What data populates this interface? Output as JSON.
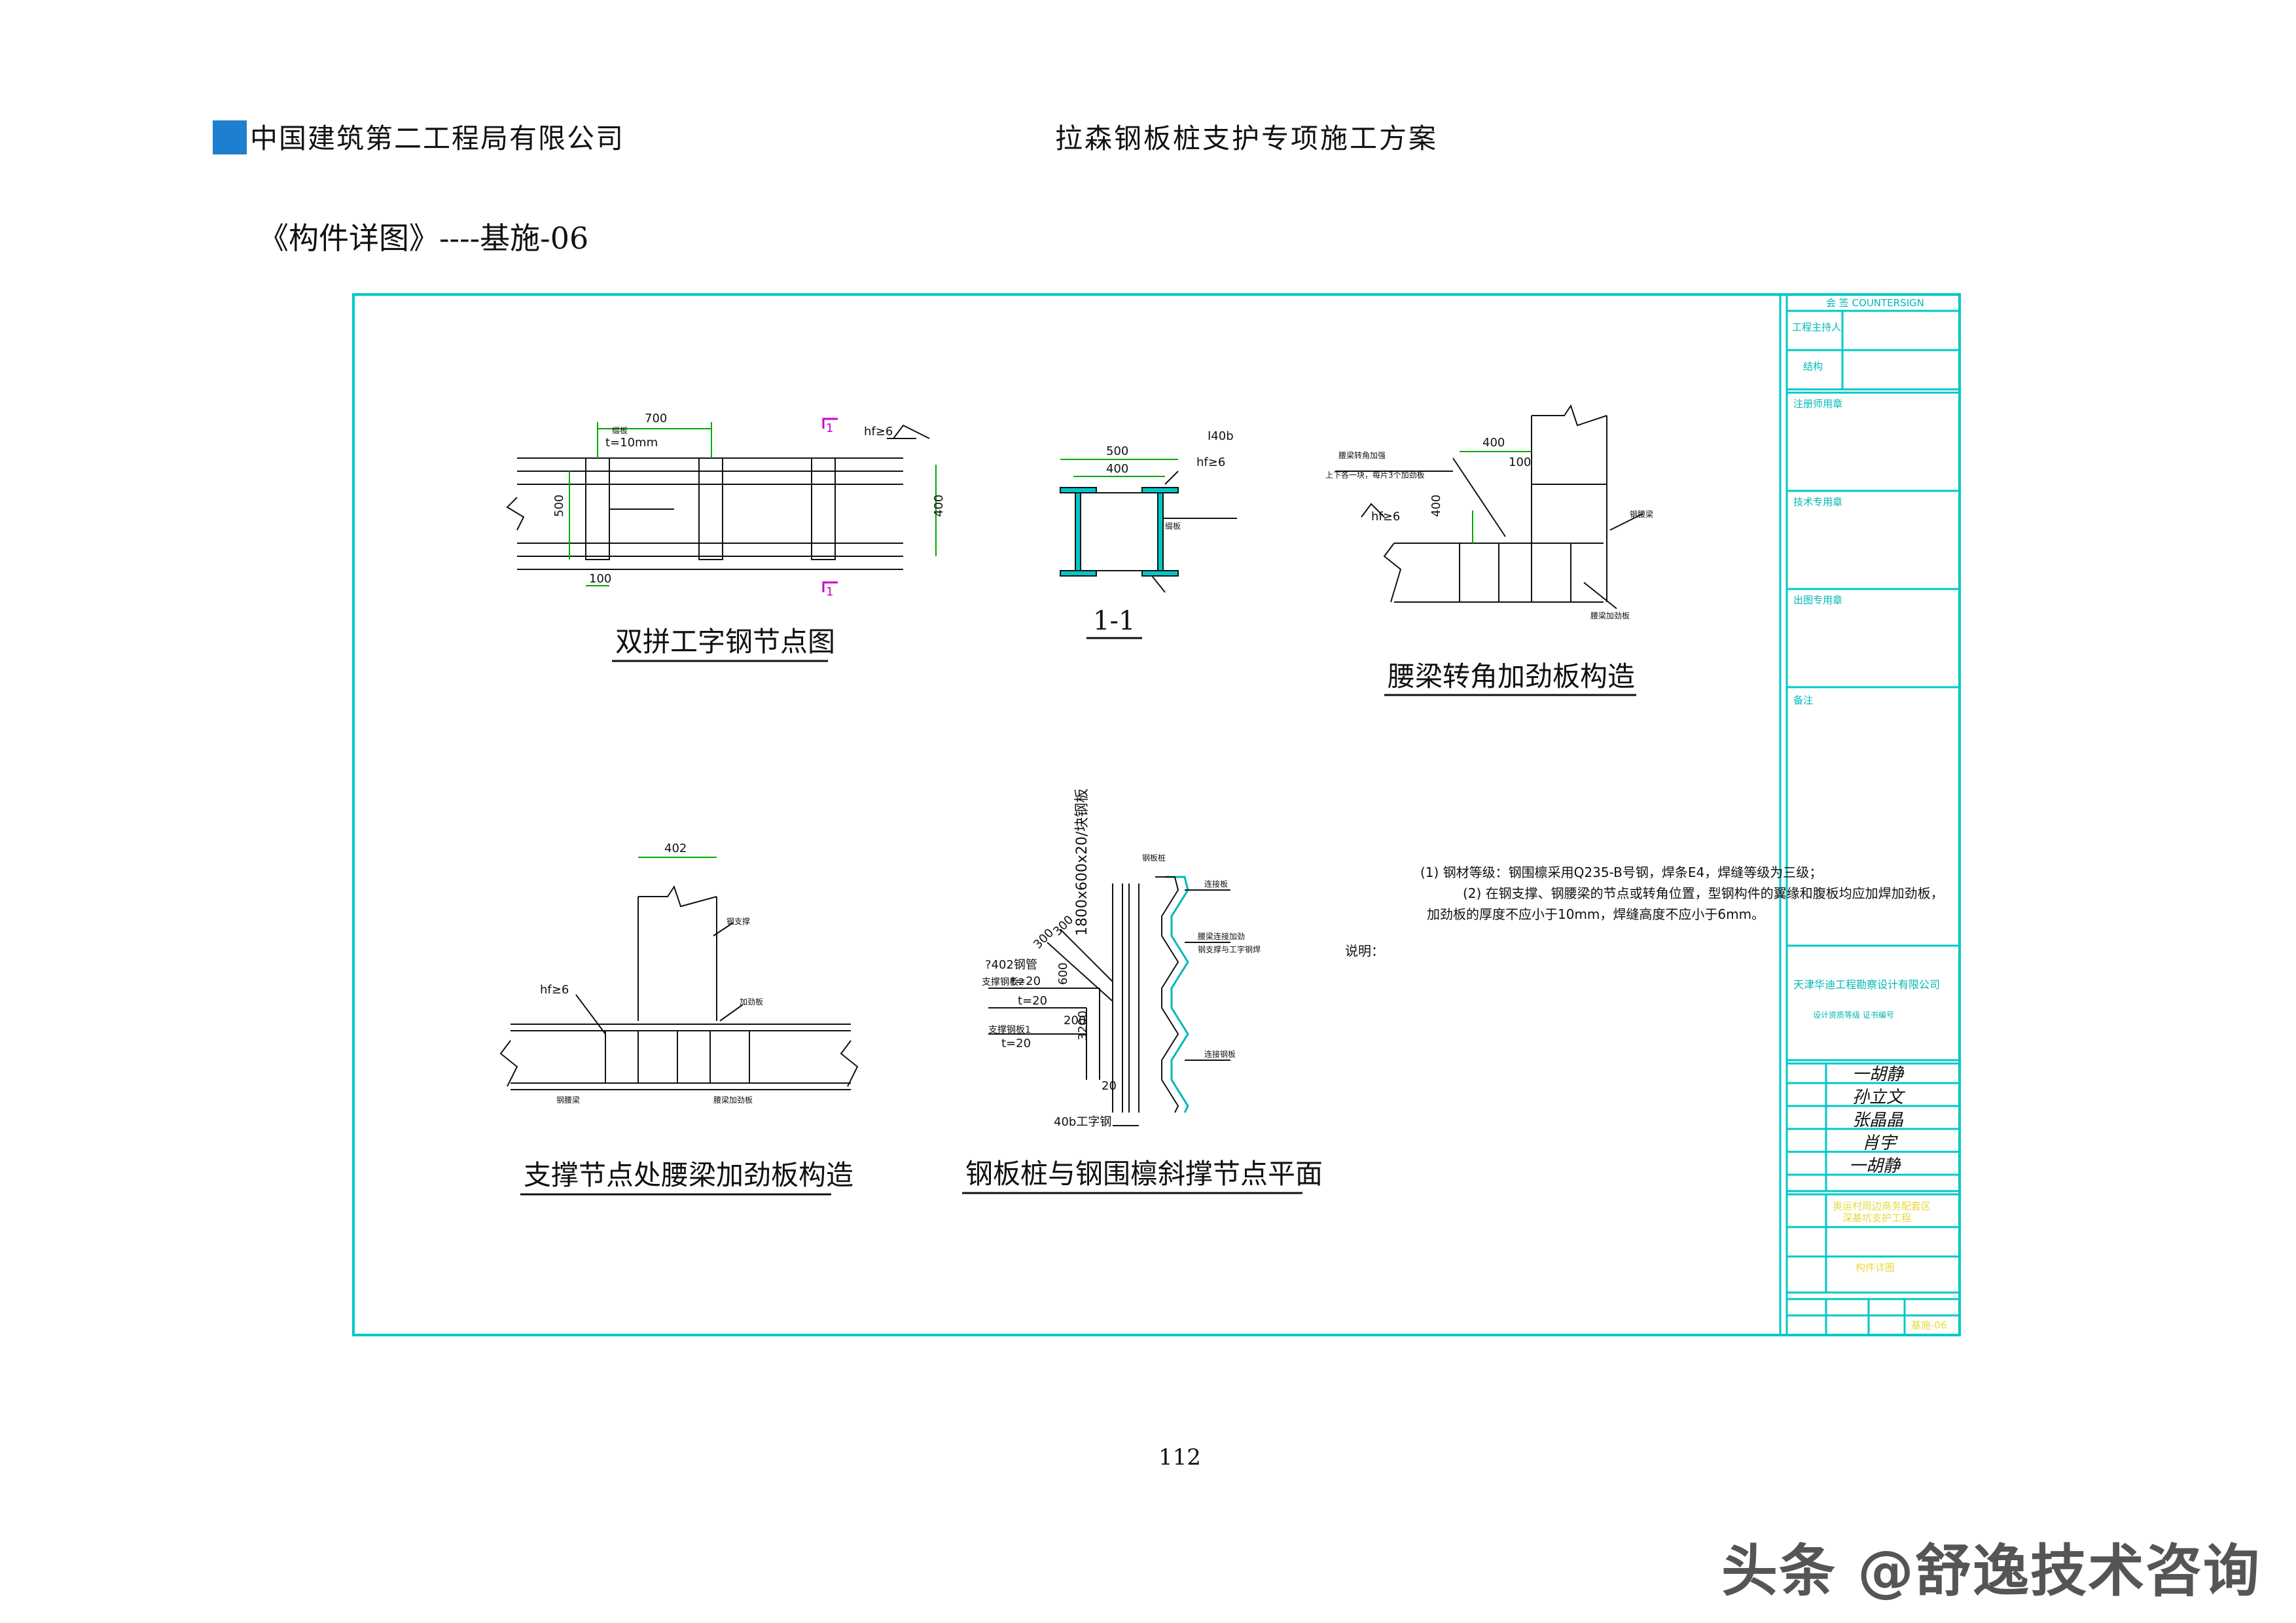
{
  "header": {
    "company": "中国建筑第二工程局有限公司",
    "document_title": "拉森钢板桩支护专项施工方案"
  },
  "section_title": "《构件详图》----基施-06",
  "page_number": "112",
  "watermark": "头条 @舒逸技术咨询",
  "colors": {
    "frame": "#00c8c8",
    "logo": "#1e7fd0",
    "line": "#111111",
    "accent": "#cc00cc",
    "dim": "#00aa00"
  },
  "drawing": {
    "d1": {
      "caption": "双拼工字钢节点图",
      "dim_top": "700",
      "thickness": "t=10mm",
      "weld": "hf≥6",
      "dim_h_left": "500",
      "dim_h_right": "400",
      "dim_bottom": "100",
      "label_small": "缀板",
      "section_mark": "1"
    },
    "d2": {
      "caption": "1-1",
      "dim_outer": "500",
      "dim_inner": "400",
      "profile": "I40b",
      "weld": "hf≥6",
      "label_small": "缀板"
    },
    "d3": {
      "caption": "腰梁转角加劲板构造",
      "dim_top": "400",
      "dim_small": "100",
      "dim_side": "400",
      "weld": "hf≥6",
      "note_top": "腰梁转角加强",
      "note_top2": "上下各一块，每片3个加劲板",
      "label_right": "钢腰梁",
      "label_bottom": "腰梁加劲板"
    },
    "d4": {
      "caption": "支撑节点处腰梁加劲板构造",
      "dim_top": "402",
      "weld": "hf≥6",
      "label_brace": "钢支撑",
      "label_plate": "加劲板",
      "label_waler": "钢腰梁",
      "label_stiff": "腰梁加劲板"
    },
    "d5": {
      "caption": "钢板桩与钢围檩斜撑节点平面",
      "plate_spec": "1800x600x20/块钢板",
      "dim_a": "300",
      "dim_b": "300",
      "dim_c": "600",
      "dim_d": "200",
      "dim_e": "3200",
      "dim_f": "20",
      "label_a": "?402钢管",
      "label_b": "支撑钢板2",
      "t1": "t=20",
      "t2": "t=20",
      "label_c": "支撑钢板1",
      "t3": "t=20",
      "label_d": "40b工字钢",
      "label_e": "钢板桩",
      "label_f": "连接板",
      "label_g": "腰梁连接加劲",
      "label_h": "钢支撑与工字钢焊",
      "label_i": "连接钢板"
    },
    "notes": {
      "title": "说明：",
      "line1": "(1) 钢材等级：钢围檩采用Q235-B号钢，焊条E4，焊缝等级为三级；",
      "line2": "(2) 在钢支撑、钢腰梁的节点或转角位置，型钢构件的翼缘和腹板均应加焊加劲板，",
      "line3": "加劲板的厚度不应小于10mm，焊缝高度不应小于6mm。"
    }
  },
  "title_block": {
    "countersign": "会 签 COUNTERSIGN",
    "row1": "工程主持人",
    "row2": "结构",
    "stamp1": "注册师用章",
    "stamp2": "技术专用章",
    "stamp3": "出图专用章",
    "remark": "备注",
    "company_name": "天津华迪工程勘察设计有限公司",
    "company_sub": "设计资质等级   证书编号",
    "signatures": [
      "一胡静",
      "孙立文",
      "张晶晶",
      "肖宇",
      "一胡静"
    ],
    "project_name_line1": "奥运村周边商务配套区",
    "project_name_line2": "深基坑支护工程",
    "drawing_name": "构件详图",
    "sheet": "基施-06"
  }
}
